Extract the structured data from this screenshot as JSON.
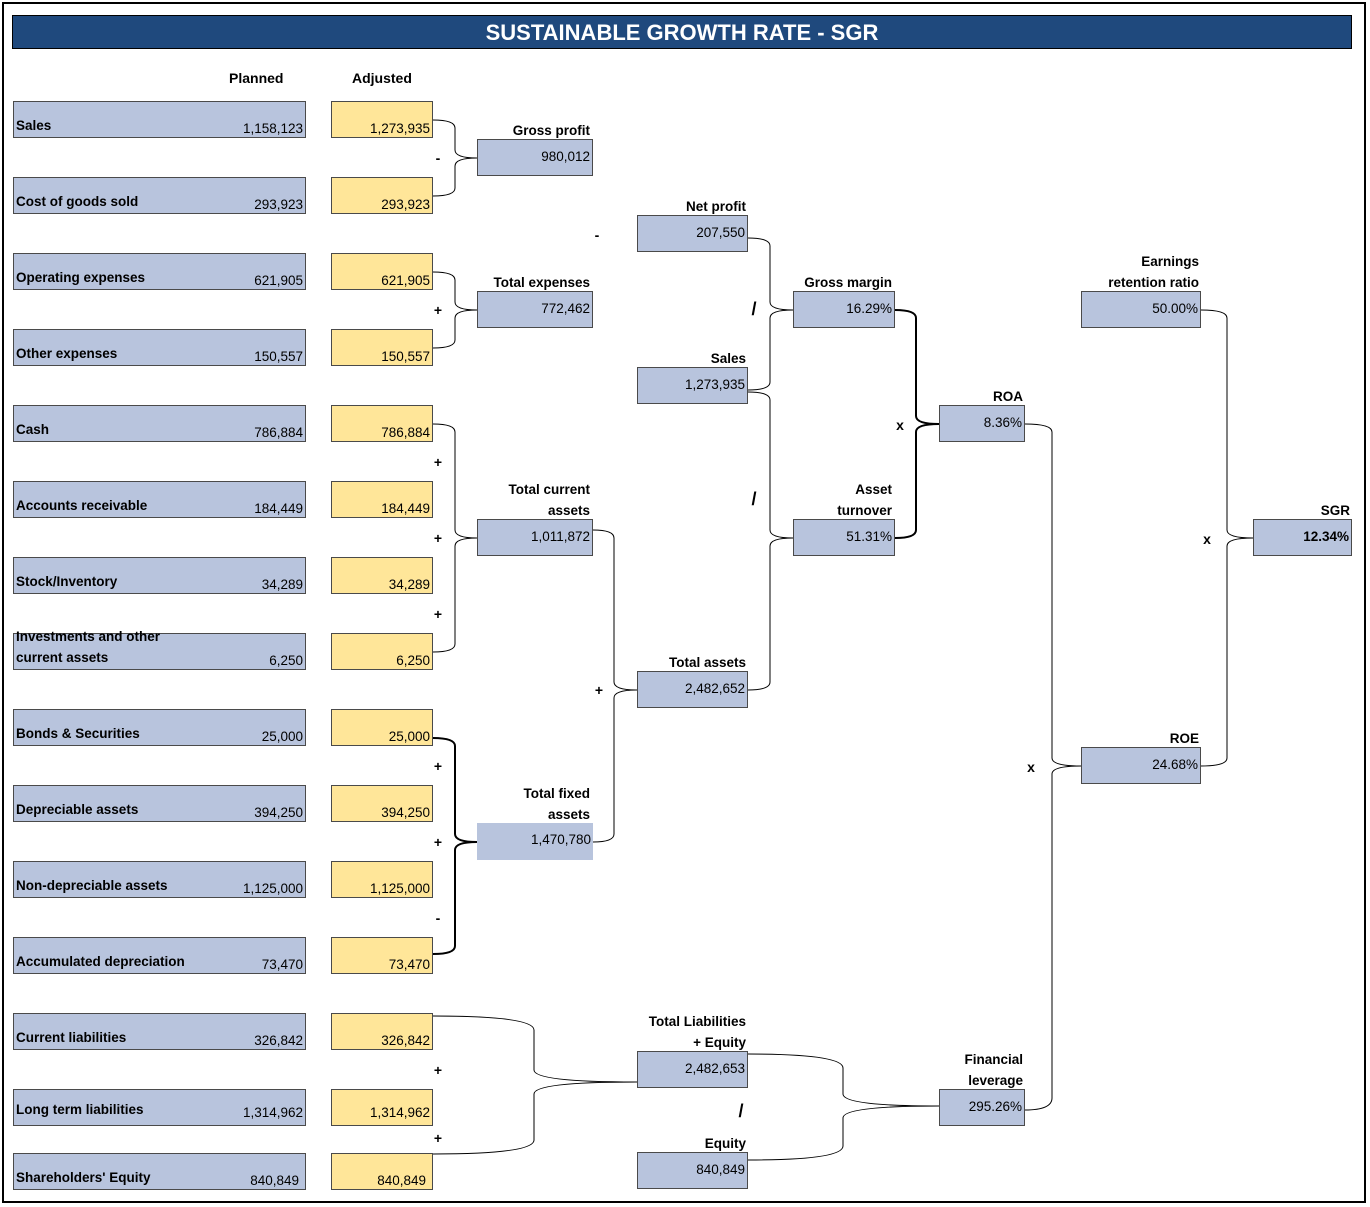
{
  "title": "SUSTAINABLE GROWTH RATE - SGR",
  "columns": {
    "planned": "Planned",
    "adjusted": "Adjusted"
  },
  "rows": [
    {
      "label": "Sales",
      "planned": "1,158,123",
      "adjusted": "1,273,935"
    },
    {
      "label": "Cost of goods sold",
      "planned": "293,923",
      "adjusted": "293,923"
    },
    {
      "label": "Operating expenses",
      "planned": "621,905",
      "adjusted": "621,905"
    },
    {
      "label": "Other expenses",
      "planned": "150,557",
      "adjusted": "150,557"
    },
    {
      "label": "Cash",
      "planned": "786,884",
      "adjusted": "786,884"
    },
    {
      "label": "Accounts receivable",
      "planned": "184,449",
      "adjusted": "184,449"
    },
    {
      "label": "Stock/Inventory",
      "planned": "34,289",
      "adjusted": "34,289"
    },
    {
      "label_line1": "Investments and other",
      "label_line2": "current assets",
      "planned": "6,250",
      "adjusted": "6,250"
    },
    {
      "label": "Bonds & Securities",
      "planned": "25,000",
      "adjusted": "25,000"
    },
    {
      "label": "Depreciable assets",
      "planned": "394,250",
      "adjusted": "394,250"
    },
    {
      "label": "Non-depreciable assets",
      "planned": "1,125,000",
      "adjusted": "1,125,000"
    },
    {
      "label": "Accumulated depreciation",
      "planned": "73,470",
      "adjusted": "73,470"
    },
    {
      "label": "Current liabilities",
      "planned": "326,842",
      "adjusted": "326,842"
    },
    {
      "label": "Long term liabilities",
      "planned": "1,314,962",
      "adjusted": "1,314,962"
    },
    {
      "label": "Shareholders' Equity",
      "planned": "840,849",
      "adjusted": "840,849"
    }
  ],
  "computed": {
    "gross_profit": {
      "label": "Gross profit",
      "value": "980,012"
    },
    "total_expenses": {
      "label": "Total expenses",
      "value": "772,462"
    },
    "total_current_assets": {
      "label_line1": "Total current",
      "label_line2": "assets",
      "value": "1,011,872"
    },
    "total_fixed_assets": {
      "label_line1": "Total fixed",
      "label_line2": "assets",
      "value": "1,470,780"
    },
    "net_profit": {
      "label": "Net profit",
      "value": "207,550"
    },
    "sales": {
      "label": "Sales",
      "value": "1,273,935"
    },
    "total_assets": {
      "label": "Total assets",
      "value": "2,482,652"
    },
    "total_liabilities_equity": {
      "label_line1": "Total Liabilities",
      "label_line2": "+ Equity",
      "value": "2,482,653"
    },
    "equity": {
      "label": "Equity",
      "value": "840,849"
    },
    "gross_margin": {
      "label": "Gross margin",
      "value": "16.29%"
    },
    "asset_turnover": {
      "label_line1": "Asset",
      "label_line2": "turnover",
      "value": "51.31%"
    },
    "roa": {
      "label": "ROA",
      "value": "8.36%"
    },
    "financial_leverage": {
      "label_line1": "Financial",
      "label_line2": "leverage",
      "value": "295.26%"
    },
    "earnings_retention": {
      "label_line1": "Earnings",
      "label_line2": "retention ratio",
      "value": "50.00%"
    },
    "roe": {
      "label": "ROE",
      "value": "24.68%"
    },
    "sgr": {
      "label": "SGR",
      "value": "12.34%"
    }
  },
  "operators": {
    "minus": "-",
    "plus": "+",
    "divide": "/",
    "multiply": "x"
  },
  "colors": {
    "header": "#1F497D",
    "planned_fill": "#B8C4DD",
    "adjusted_fill": "#FFE699"
  }
}
